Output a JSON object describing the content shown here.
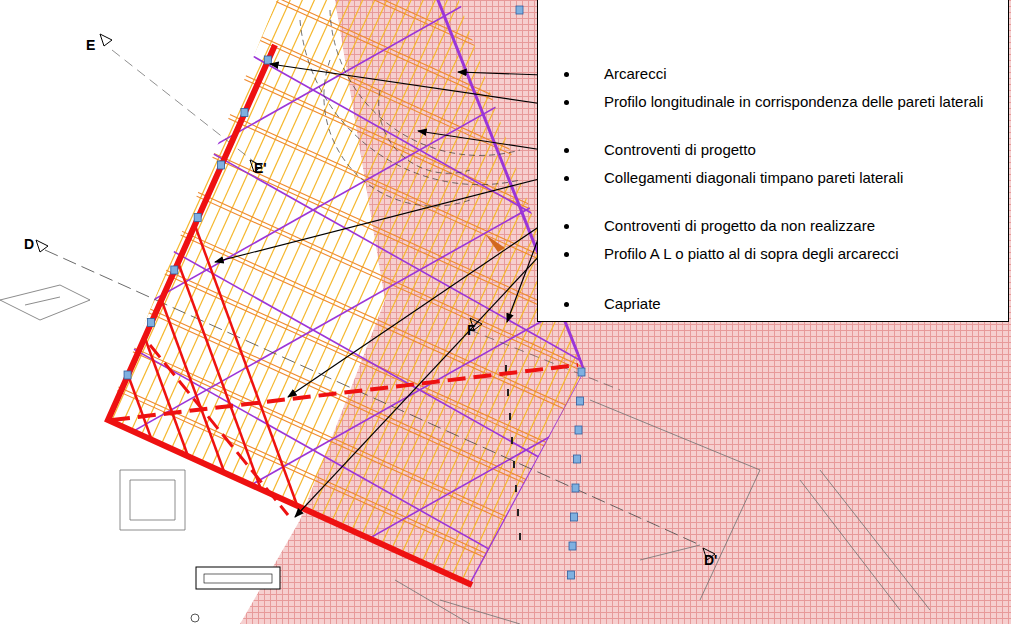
{
  "diagram": {
    "nodes": [
      {
        "text": [
          "Arcarecci",
          "Profilo longitudinale in corrispondenza delle pareti laterali",
          "Controventi di progetto",
          "Collegamenti diagonali timpano pareti laterali",
          "Controventi di progetto da non realizzare",
          "Profilo A L o piatto al di sopra degli arcarecci",
          "Capriate"
        ]
      }
    ],
    "edges": [],
    "labels": [
      "E",
      "E'",
      "D",
      "F",
      "D'"
    ]
  }
}
